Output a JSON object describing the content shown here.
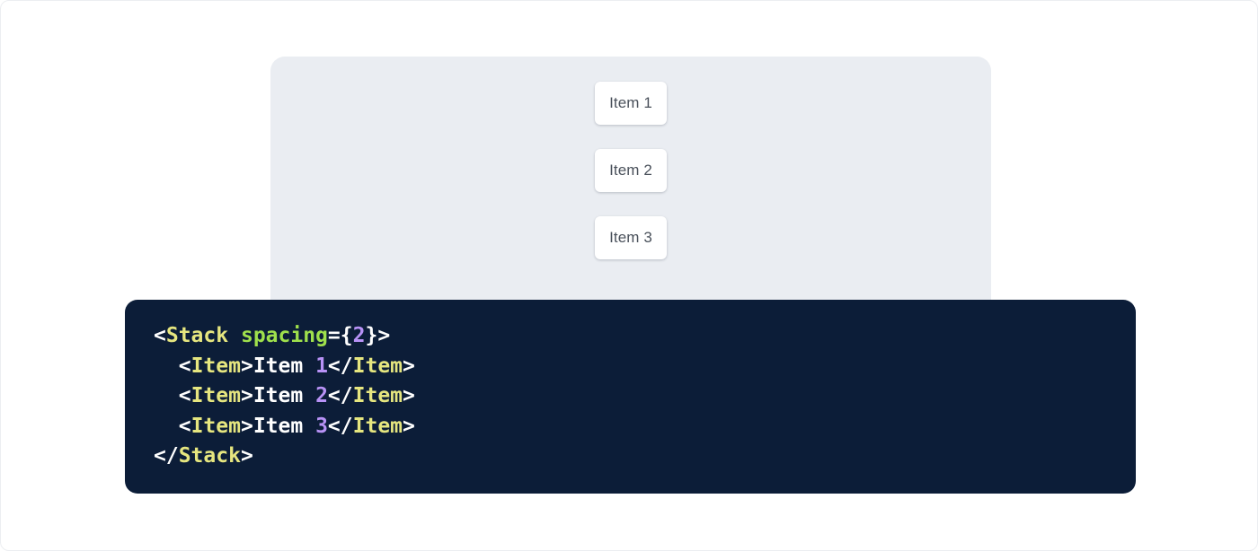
{
  "page": {
    "background": "#ffffff",
    "frame_border_color": "#eceef1"
  },
  "preview": {
    "name": "stack-preview",
    "background": "#eaedf2",
    "items": [
      {
        "label": "Item 1"
      },
      {
        "label": "Item 2"
      },
      {
        "label": "Item 3"
      }
    ]
  },
  "code": {
    "background": "#0c1d38",
    "language": "jsx",
    "colors": {
      "punctuation": "#ffffff",
      "tag": "#e6e67f",
      "attribute": "#9fe04c",
      "number": "#b892f6",
      "text": "#ffffff"
    },
    "plain_text": "<Stack spacing={2}>\n  <Item>Item 1</Item>\n  <Item>Item 2</Item>\n  <Item>Item 3</Item>\n</Stack>",
    "lines": [
      {
        "tokens": [
          {
            "t": "<",
            "k": "punct"
          },
          {
            "t": "Stack",
            "k": "tag"
          },
          {
            "t": " ",
            "k": "punct"
          },
          {
            "t": "spacing",
            "k": "attr"
          },
          {
            "t": "=",
            "k": "punct"
          },
          {
            "t": "{",
            "k": "punct"
          },
          {
            "t": "2",
            "k": "num"
          },
          {
            "t": "}",
            "k": "punct"
          },
          {
            "t": ">",
            "k": "punct"
          }
        ]
      },
      {
        "tokens": [
          {
            "t": "  ",
            "k": "punct"
          },
          {
            "t": "<",
            "k": "punct"
          },
          {
            "t": "Item",
            "k": "tag"
          },
          {
            "t": ">",
            "k": "punct"
          },
          {
            "t": "Item ",
            "k": "text"
          },
          {
            "t": "1",
            "k": "num"
          },
          {
            "t": "</",
            "k": "punct"
          },
          {
            "t": "Item",
            "k": "tag"
          },
          {
            "t": ">",
            "k": "punct"
          }
        ]
      },
      {
        "tokens": [
          {
            "t": "  ",
            "k": "punct"
          },
          {
            "t": "<",
            "k": "punct"
          },
          {
            "t": "Item",
            "k": "tag"
          },
          {
            "t": ">",
            "k": "punct"
          },
          {
            "t": "Item ",
            "k": "text"
          },
          {
            "t": "2",
            "k": "num"
          },
          {
            "t": "</",
            "k": "punct"
          },
          {
            "t": "Item",
            "k": "tag"
          },
          {
            "t": ">",
            "k": "punct"
          }
        ]
      },
      {
        "tokens": [
          {
            "t": "  ",
            "k": "punct"
          },
          {
            "t": "<",
            "k": "punct"
          },
          {
            "t": "Item",
            "k": "tag"
          },
          {
            "t": ">",
            "k": "punct"
          },
          {
            "t": "Item ",
            "k": "text"
          },
          {
            "t": "3",
            "k": "num"
          },
          {
            "t": "</",
            "k": "punct"
          },
          {
            "t": "Item",
            "k": "tag"
          },
          {
            "t": ">",
            "k": "punct"
          }
        ]
      },
      {
        "tokens": [
          {
            "t": "</",
            "k": "punct"
          },
          {
            "t": "Stack",
            "k": "tag"
          },
          {
            "t": ">",
            "k": "punct"
          }
        ]
      }
    ]
  }
}
